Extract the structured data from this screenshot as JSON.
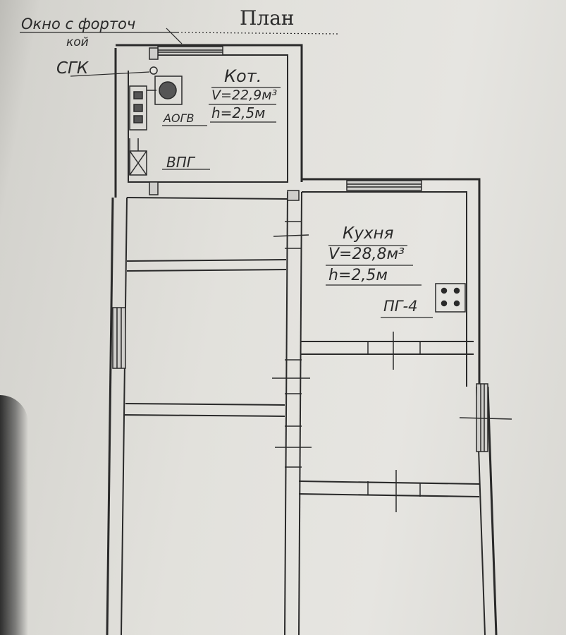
{
  "title": "План",
  "annotations": {
    "window_line1": "Окно с форточ",
    "window_line2": "кой",
    "sgk": "СГК",
    "aogv": "АОГВ",
    "vpg": "ВПГ",
    "pg4": "ПГ-4"
  },
  "rooms": {
    "boiler": {
      "name": "Кот.",
      "volume": "V=22,9м³",
      "height": "h=2,5м"
    },
    "kitchen": {
      "name": "Кухня",
      "volume": "V=28,8м³",
      "height": "h=2,5м"
    }
  },
  "colors": {
    "ink": "#2a2a2a",
    "paper": "#e4e3de"
  }
}
